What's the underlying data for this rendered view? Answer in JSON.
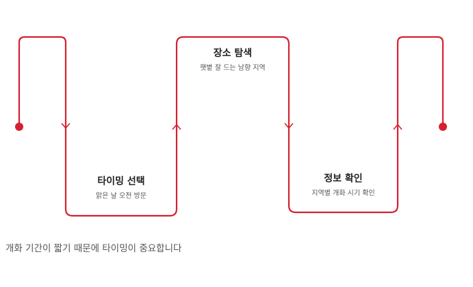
{
  "diagram": {
    "line_color": "#d5202f",
    "steps": [
      {
        "title": "타이밍 선택",
        "desc": "맑은 날 오전 방문"
      },
      {
        "title": "장소 탐색",
        "desc": "햇볕 잘 드는 남향 지역"
      },
      {
        "title": "정보 확인",
        "desc": "지역별 개화 시기 확인"
      }
    ]
  },
  "caption": "개화 기간이 짧기 때문에 타이밍이 중요합니다"
}
